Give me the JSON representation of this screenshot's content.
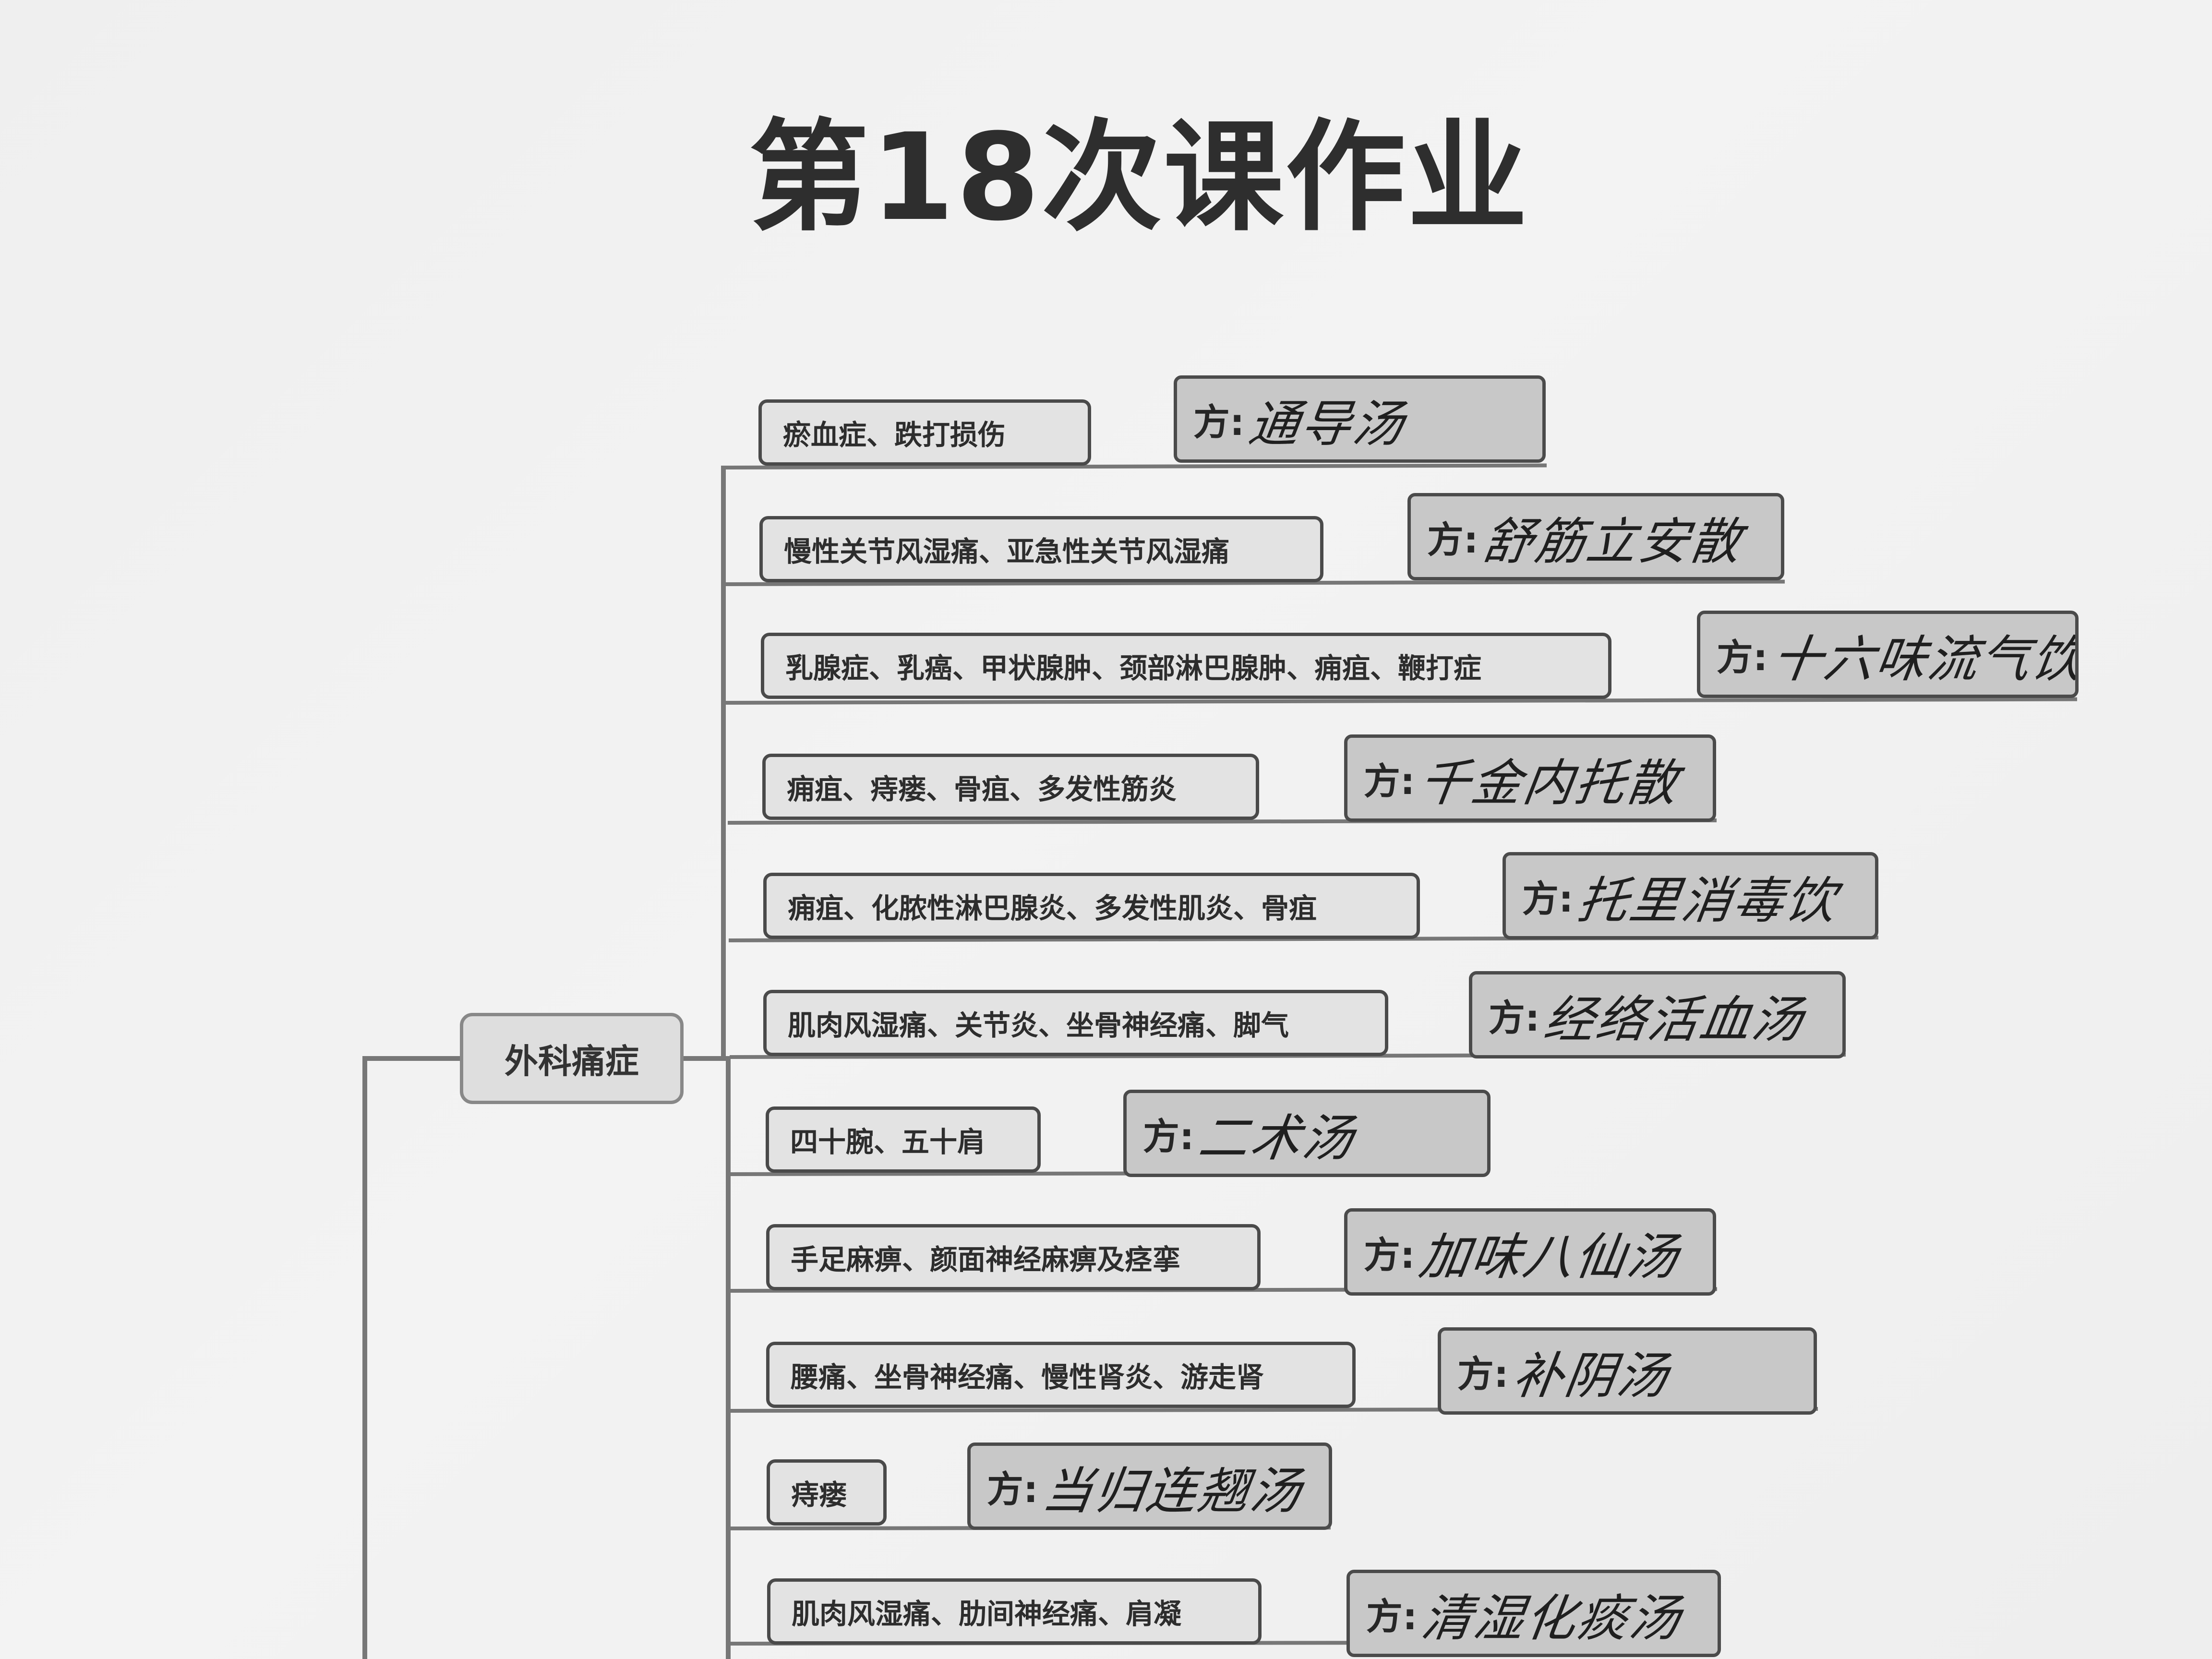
{
  "title": "第18次课作业",
  "center_topic": "外科痛症",
  "prescription_prefix": "方:",
  "branches": [
    {
      "condition": "瘀血症、跌打损伤",
      "prescription": "通导汤"
    },
    {
      "condition": "慢性关节风湿痛、亚急性关节风湿痛",
      "prescription": "舒筋立安散"
    },
    {
      "condition": "乳腺症、乳癌、甲状腺肿、颈部淋巴腺肿、痈疽、鞭打症",
      "prescription": "十六味流气饮"
    },
    {
      "condition": "痈疽、痔瘘、骨疽、多发性筋炎",
      "prescription": "千金内托散"
    },
    {
      "condition": "痈疽、化脓性淋巴腺炎、多发性肌炎、骨疽",
      "prescription": "托里消毒饮"
    },
    {
      "condition": "肌肉风湿痛、关节炎、坐骨神经痛、脚气",
      "prescription": "经络活血汤"
    },
    {
      "condition": "四十腕、五十肩",
      "prescription": "二术汤"
    },
    {
      "condition": "手足麻痹、颜面神经麻痹及痉挛",
      "prescription": "加味八仙汤"
    },
    {
      "condition": "腰痛、坐骨神经痛、慢性肾炎、游走肾",
      "prescription": "补阴汤"
    },
    {
      "condition": "痔瘘",
      "prescription": "当归连翘汤"
    },
    {
      "condition": "肌肉风湿痛、肋间神经痛、肩凝",
      "prescription": "清湿化痰汤"
    }
  ]
}
